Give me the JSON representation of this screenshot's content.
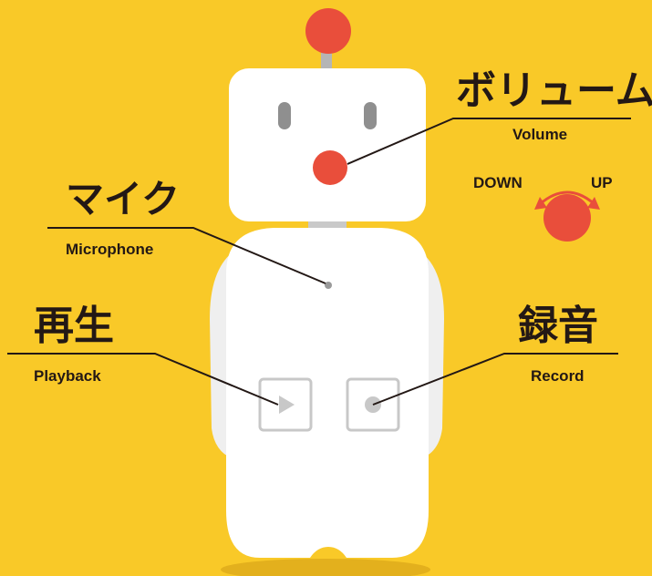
{
  "colors": {
    "background": "#f9c928",
    "robot_body": "#ffffff",
    "accent_red": "#e94e3b",
    "line": "#231815",
    "eye": "#8f8f8f",
    "button_gray": "#c8c8c8"
  },
  "labels": {
    "volume": {
      "jp": "ボリューム",
      "en": "Volume"
    },
    "microphone": {
      "jp": "マイク",
      "en": "Microphone"
    },
    "playback": {
      "jp": "再生",
      "en": "Playback"
    },
    "record": {
      "jp": "録音",
      "en": "Record"
    }
  },
  "volume_dial": {
    "down": "DOWN",
    "up": "UP"
  },
  "icons": {
    "play": "play-icon",
    "record": "record-icon",
    "arrow": "double-arrow-icon"
  }
}
